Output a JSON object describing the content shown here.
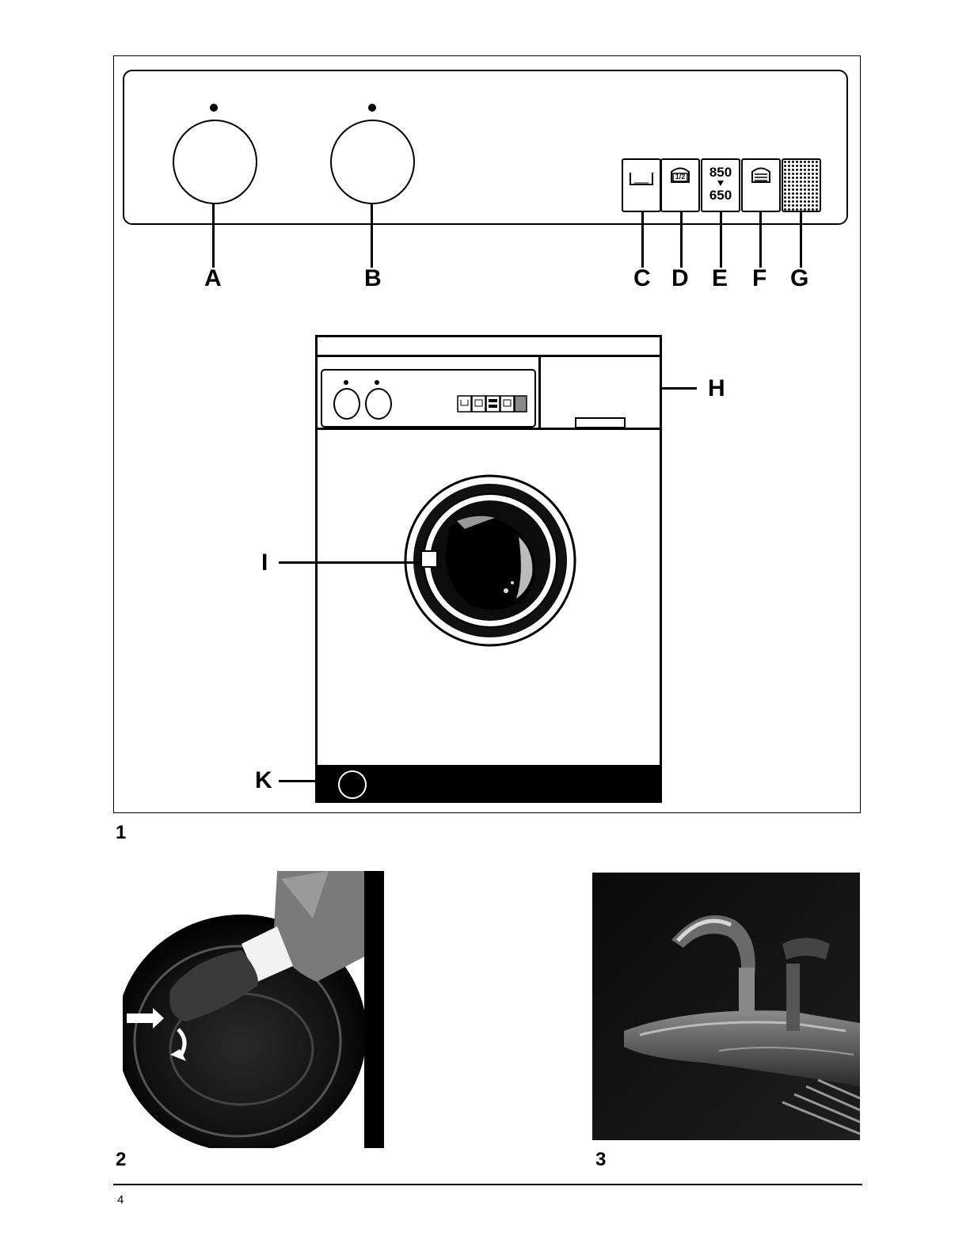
{
  "figure1": {
    "number": "1",
    "labels": {
      "A": "A",
      "B": "B",
      "C": "C",
      "D": "D",
      "E": "E",
      "F": "F",
      "G": "G",
      "H": "H",
      "I": "I",
      "K": "K"
    },
    "spin_speeds": {
      "high": "850",
      "low": "650"
    },
    "half_load_symbol": "1/2"
  },
  "figure2": {
    "number": "2"
  },
  "figure3": {
    "number": "3"
  },
  "page_number": "4"
}
